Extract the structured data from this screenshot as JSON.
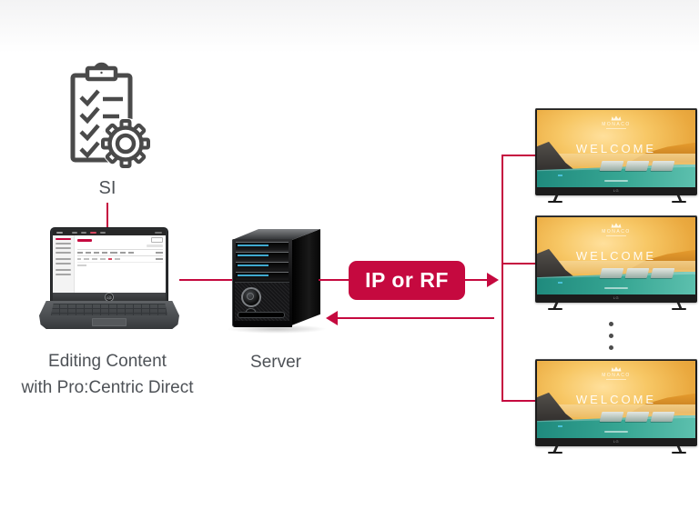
{
  "colors": {
    "accent": "#c5093f",
    "label_text": "#4e5257",
    "icon_stroke": "#4a4a4a",
    "server_led": "#3fa9cf",
    "pool_teal": "#38a794",
    "sky_orange": "#f0b850"
  },
  "nodes": {
    "si": {
      "label": "SI"
    },
    "editor": {
      "caption_line1": "Editing Content",
      "caption_line2": "with Pro:Centric Direct"
    },
    "server": {
      "label": "Server"
    },
    "display": {
      "logo_title": "MONACO",
      "welcome_text": "WELCOME"
    }
  },
  "connection": {
    "badge_label": "IP or RF"
  },
  "brand": {
    "name": "LG"
  }
}
